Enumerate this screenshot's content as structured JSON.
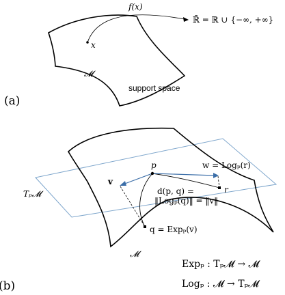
{
  "panel_a": {
    "label": "(a)",
    "function_label": "f(x)",
    "codomain_label": "ℝ̄ = ℝ ∪ {−∞, +∞}",
    "point_label": "x",
    "manifold_label": "𝓜",
    "support_label": "support space"
  },
  "panel_b": {
    "label": "(b)",
    "tangent_label": "Tₚ𝓜",
    "p_label": "p",
    "v_label": "v",
    "w_label": "w = Logₚ(r)",
    "r_label": "r",
    "dist_line1": "d(p, q) =",
    "dist_line2": "‖Logₚ(q)‖ = ‖v‖",
    "q_label": "q = Expₚ(v)",
    "manifold_label": "𝓜",
    "exp_formula": "Expₚ :  Tₚ𝓜 → 𝓜",
    "log_formula": "Logₚ :  𝓜 → Tₚ𝓜"
  },
  "colors": {
    "plane_stroke": "#7ea6cc",
    "vector": "#3b6ea8",
    "curve": "#000000"
  }
}
